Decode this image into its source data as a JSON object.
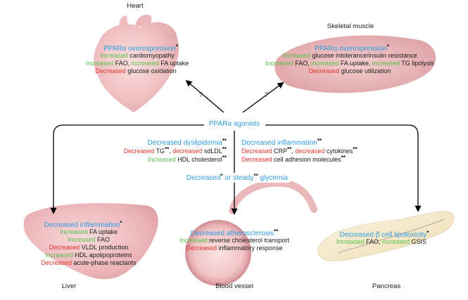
{
  "organs": {
    "heart": {
      "title": "Heart",
      "header": "PPARα overexpression",
      "header_mark": "*",
      "l1": {
        "a": "Increased",
        "b": " cardiomyopathy"
      },
      "l2": {
        "a": "Increased",
        "b": " FAO, ",
        "c": "increased",
        "d": " FA uptake"
      },
      "l3": {
        "a": "Decreased",
        "b": " glucose oxidation"
      }
    },
    "muscle": {
      "title": "Skeletal muscle",
      "header": "PPARα overexpression",
      "header_mark": "*",
      "l1": {
        "a": "Increased",
        "b": " glucose intolerance/insulin resistance"
      },
      "l2": {
        "a": "Increased",
        "b": " FAO, ",
        "c": "increased",
        "d": " FA uptake, ",
        "e": "increased",
        "f": " TG lipolysis"
      },
      "l3": {
        "a": "Decreased",
        "b": " glucose utilization"
      }
    },
    "liver": {
      "title": "Liver",
      "header": "Decreased inflammation",
      "header_mark": "*",
      "l1": {
        "a": "Increased",
        "b": " FA uptake"
      },
      "l2": {
        "a": "Increased",
        "b": " FAO"
      },
      "l3": {
        "a": "Decreased",
        "b": " VLDL production"
      },
      "l4": {
        "a": "Increased",
        "b": " HDL apolipoproteins"
      },
      "l5": {
        "a": "Decreased",
        "b": " acute-phase reactants"
      }
    },
    "vessel": {
      "title": "Blood vessel",
      "header": "Decreased atherosclerosis",
      "header_mark": "**",
      "l1": {
        "a": "Increased",
        "b": " reverse cholesterol transport"
      },
      "l2": {
        "a": "Decreased",
        "b": " inflammatory response"
      }
    },
    "pancreas": {
      "title": "Pancreas",
      "header": "Decreased β cell lipotoxicity",
      "header_mark": "*",
      "l1": {
        "a": "Increased",
        "b": " FAO, ",
        "c": "increased",
        "d": " GSIS"
      }
    }
  },
  "center": {
    "agonists": "PPARα agonists",
    "q1": "?",
    "q2": "?",
    "dys": {
      "header": "Decreased dyslipidemia",
      "header_mark": "**",
      "l1": {
        "a": "Decreased",
        "b": " TG",
        "m1": "**",
        "c": ", ",
        "d": "decreased",
        "e": " sdLDL",
        "m2": "**"
      },
      "l2": {
        "a": "Increased",
        "b": " HDL cholesterol",
        "m": "**"
      }
    },
    "infl": {
      "header": "Decreased inflammation",
      "header_mark": "**",
      "l1": {
        "a": "Decreased",
        "b": " CRP",
        "m1": "**",
        "c": ", ",
        "d": "decreased",
        "e": " cytokines",
        "m2": "**"
      },
      "l2": {
        "a": "Decreased",
        "b": " cell adhesion molecules",
        "m": "**"
      }
    },
    "gly": {
      "a": "Decreased",
      "m1": "*",
      "b": " or steady",
      "m2": "**",
      "c": " glycemia"
    }
  },
  "colors": {
    "blue": "#2f9be0",
    "green": "#57c04d",
    "red": "#e8322c",
    "arrow": "#000000"
  }
}
